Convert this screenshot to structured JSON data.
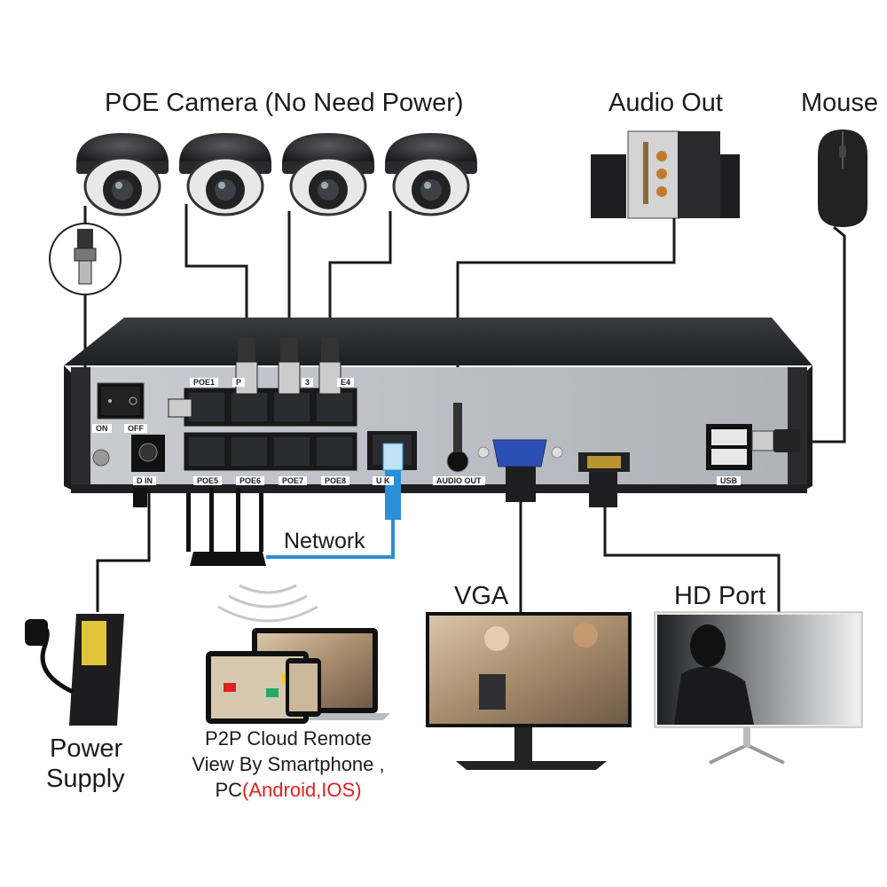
{
  "labels": {
    "poe_camera": "POE Camera (No Need Power)",
    "audio_out": "Audio Out",
    "mouse": "Mouse",
    "network": "Network",
    "vga": "VGA",
    "hd_port": "HD Port",
    "power_line1": "Power",
    "power_line2": "Supply",
    "p2p_line1": "P2P Cloud Remote",
    "p2p_line2": "View By Smartphone ,",
    "p2p_line3_prefix": "PC",
    "p2p_line3_highlight": "(Android,IOS)"
  },
  "nvr_ports": {
    "poe1": "POE1",
    "poe2_partial": "P",
    "poe3_partial": "3",
    "poe4_partial": "E4",
    "poe5": "POE5",
    "poe6": "POE6",
    "poe7": "POE7",
    "poe8": "POE8",
    "on": "ON",
    "off": "OFF",
    "dc_in": "D  IN",
    "uplink": "U     K",
    "audio_out": "AUDIO OUT",
    "usb": "USB"
  },
  "colors": {
    "highlight_red": "#e02020",
    "network_cable": "#2a8fd6",
    "nvr_body": "#2b2b2f",
    "nvr_panel": "#b9bcc2"
  }
}
